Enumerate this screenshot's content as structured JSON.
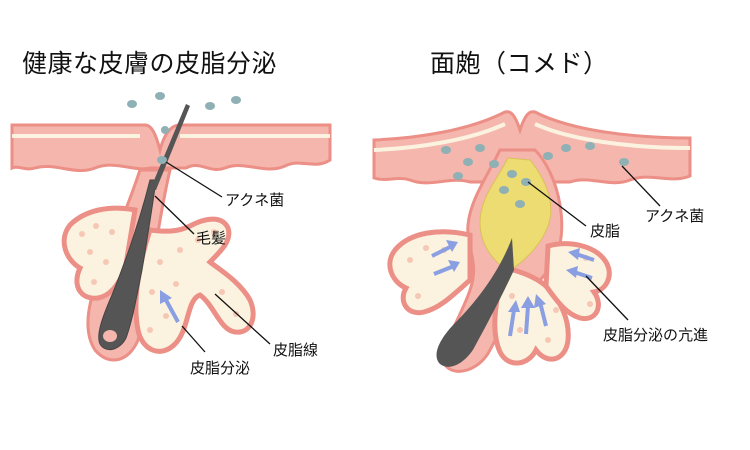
{
  "left_panel": {
    "title": "健康な皮膚の皮脂分泌",
    "labels": {
      "acne_bacteria": "アクネ菌",
      "hair": "毛髪",
      "sebaceous_gland": "皮脂線",
      "sebum_secretion": "皮脂分泌"
    }
  },
  "right_panel": {
    "title": "面皰（コメド）",
    "labels": {
      "sebum": "皮脂",
      "acne_bacteria": "アクネ菌",
      "hypersecretion": "皮脂分泌の亢進"
    }
  },
  "colors": {
    "skin_fill": "#f4b6ad",
    "skin_stroke": "#ec8f86",
    "gland_fill": "#fbf3df",
    "sebum_fill": "#ecdc72",
    "hair": "#555555",
    "bacteria": "#8fb0b4",
    "arrow": "#8a9ee2"
  }
}
